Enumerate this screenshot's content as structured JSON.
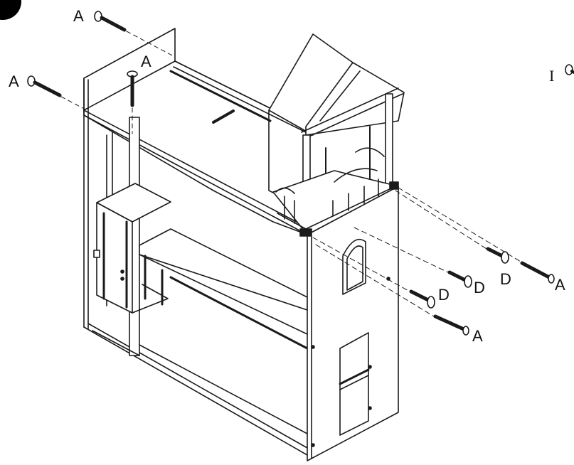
{
  "diagram": {
    "callouts": {
      "a_top": "A",
      "a_left": "A",
      "a_post": "A",
      "a_right": "A",
      "a_lower": "A",
      "d_1": "D",
      "d_2": "D",
      "d_3": "D",
      "i_edge": "I"
    },
    "colors": {
      "line": "#1a1a1a",
      "background": "#ffffff",
      "marker": "#000000"
    }
  }
}
